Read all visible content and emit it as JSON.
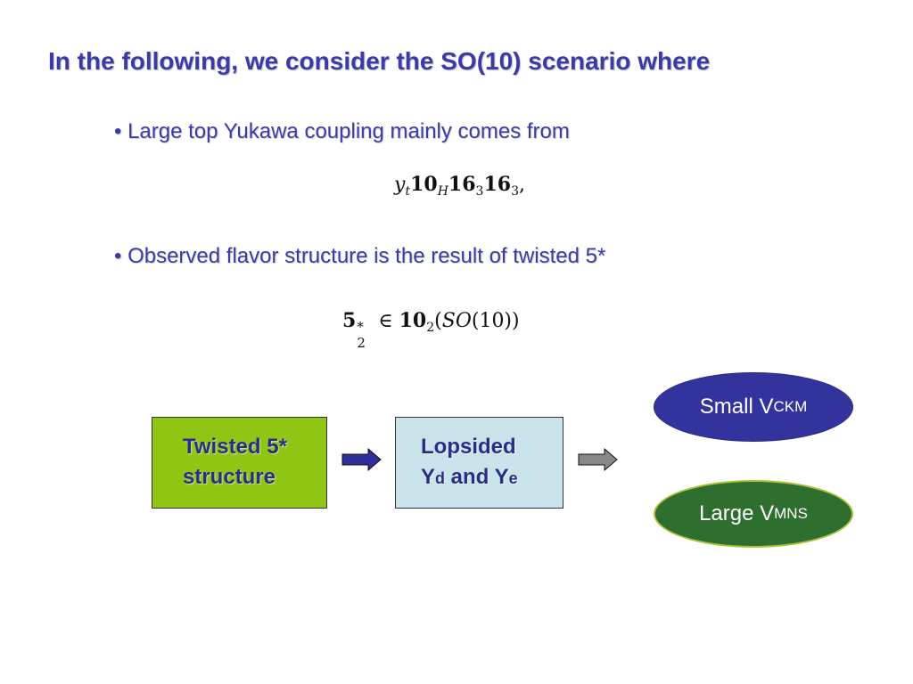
{
  "slide": {
    "title": "In the following, we consider the SO(10) scenario where",
    "bullets": [
      "• Large top Yukawa coupling mainly comes from",
      "• Observed flavor structure is the result of twisted 5*"
    ],
    "equation1": {
      "y": "y",
      "t": "t",
      "ten": "10",
      "H": "H",
      "sixteen_a": "16",
      "three_a": "3",
      "sixteen_b": "16",
      "three_b": "3",
      "comma": ","
    },
    "equation2": {
      "five": "5",
      "star": "*",
      "two_a": "2",
      "in": "∈",
      "ten": "10",
      "two_b": "2",
      "open": "(",
      "SO": "SO",
      "ten_paren": "(10))"
    }
  },
  "flow": {
    "box1_line1": "Twisted 5*",
    "box1_line2": "structure",
    "box2_line1": "Lopsided",
    "box2_Y1": "Y",
    "box2_d": "d",
    "box2_and": " and Y",
    "box2_e": "e",
    "arrow1_color": "#2e2e9a",
    "arrow2_color": "#888888"
  },
  "outcomes": {
    "small_prefix": "Small V",
    "small_sub": "CKM",
    "large_prefix": "Large V",
    "large_sub": "MNS",
    "blue": "#33339e",
    "green": "#2e6e2e"
  }
}
